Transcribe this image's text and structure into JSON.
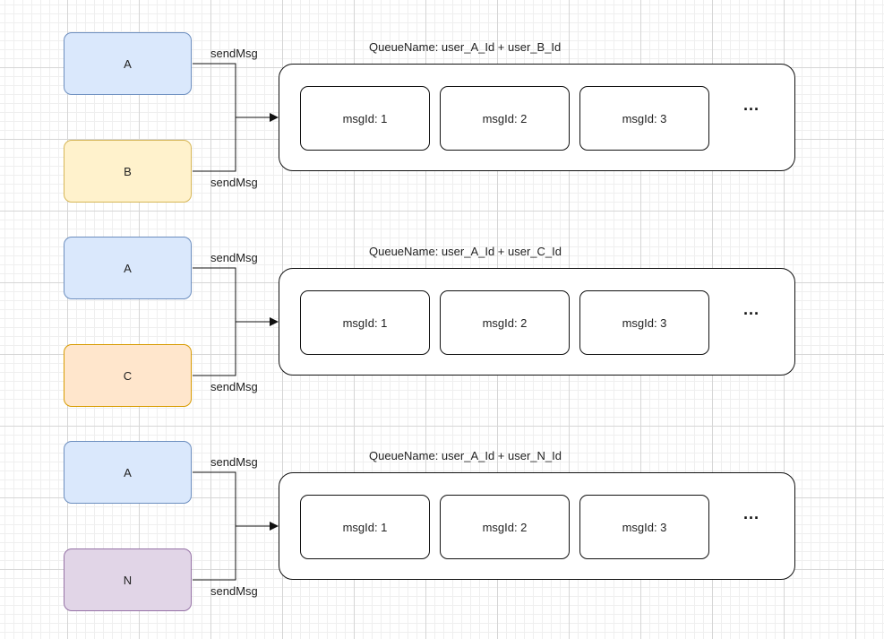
{
  "colors": {
    "A": {
      "fill": "#dae8fc",
      "stroke": "#6c8ebf"
    },
    "B": {
      "fill": "#fff2cc",
      "stroke": "#d6b656"
    },
    "C": {
      "fill": "#ffe6cc",
      "stroke": "#d79b00"
    },
    "N": {
      "fill": "#e1d5e7",
      "stroke": "#9673a6"
    }
  },
  "groups": [
    {
      "sender_top": "A",
      "sender_bottom": "B",
      "send_label_top": "sendMsg",
      "send_label_bottom": "sendMsg",
      "queue_name": "QueueName:  user_A_Id + user_B_Id",
      "messages": [
        "msgId:  1",
        "msgId:  2",
        "msgId:  3"
      ],
      "more": "···"
    },
    {
      "sender_top": "A",
      "sender_bottom": "C",
      "send_label_top": "sendMsg",
      "send_label_bottom": "sendMsg",
      "queue_name": "QueueName:  user_A_Id + user_C_Id",
      "messages": [
        "msgId:  1",
        "msgId:  2",
        "msgId:  3"
      ],
      "more": "···"
    },
    {
      "sender_top": "A",
      "sender_bottom": "N",
      "send_label_top": "sendMsg",
      "send_label_bottom": "sendMsg",
      "queue_name": "QueueName:  user_A_Id + user_N_Id",
      "messages": [
        "msgId:  1",
        "msgId:  2",
        "msgId:  3"
      ],
      "more": "···"
    }
  ]
}
